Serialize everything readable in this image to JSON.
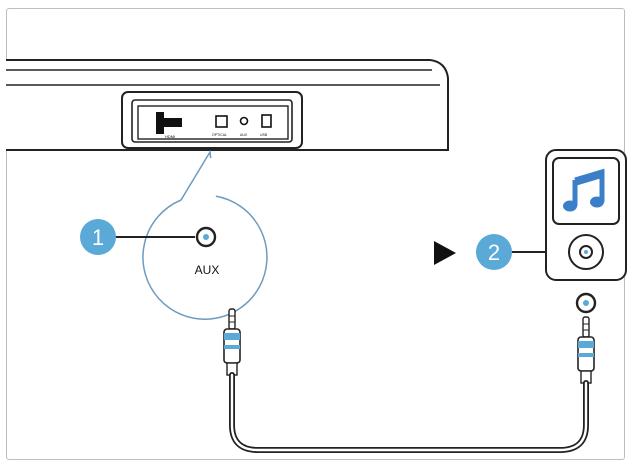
{
  "soundbar": {
    "port_labels": [
      "HDMI",
      "OPTICAL",
      "AUX",
      "USB"
    ]
  },
  "callout": {
    "step": "1",
    "port_label": "AUX"
  },
  "player": {
    "step": "2",
    "screen_icon": "music-note-icon",
    "arrow_icon": "play-arrow-icon"
  },
  "colors": {
    "badge": "#5aa9d6",
    "screen": "#3a7fc8",
    "outline": "#222222",
    "cable": "#555555",
    "frame": "#bdbdbd"
  }
}
